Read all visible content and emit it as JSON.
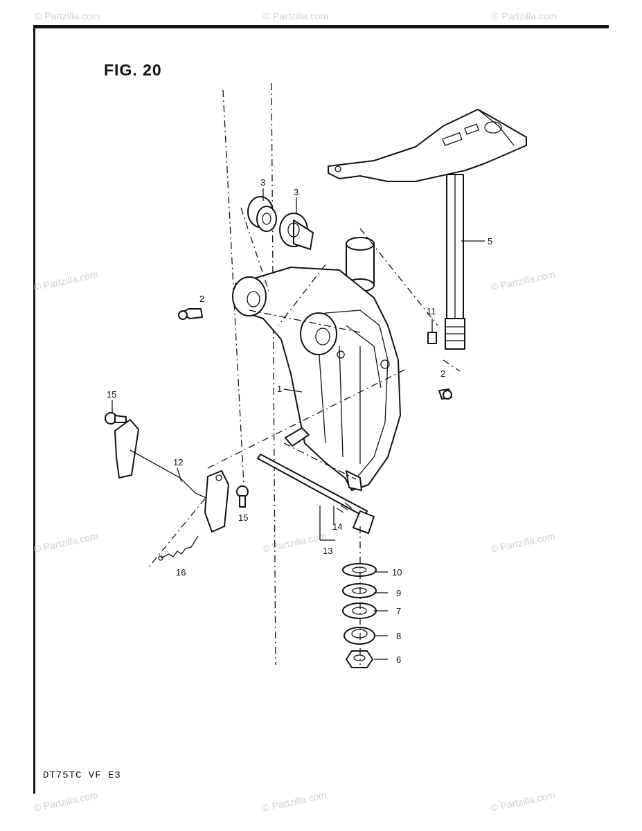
{
  "figure": {
    "title": "FIG. 20"
  },
  "footer": {
    "model_code": "DT75TC VF E3"
  },
  "watermark": {
    "text": "© Partzilla.com"
  },
  "callouts": {
    "c1": "1",
    "c2a": "2",
    "c2b": "2",
    "c3a": "3",
    "c3b": "3",
    "c5": "5",
    "c6": "6",
    "c7": "7",
    "c8": "8",
    "c9": "9",
    "c10": "10",
    "c11": "11",
    "c12": "12",
    "c13": "13",
    "c14": "14",
    "c15a": "15",
    "c15b": "15",
    "c16": "16"
  },
  "colors": {
    "ink": "#111111",
    "watermark": "#cfcfcf",
    "background": "#ffffff"
  }
}
